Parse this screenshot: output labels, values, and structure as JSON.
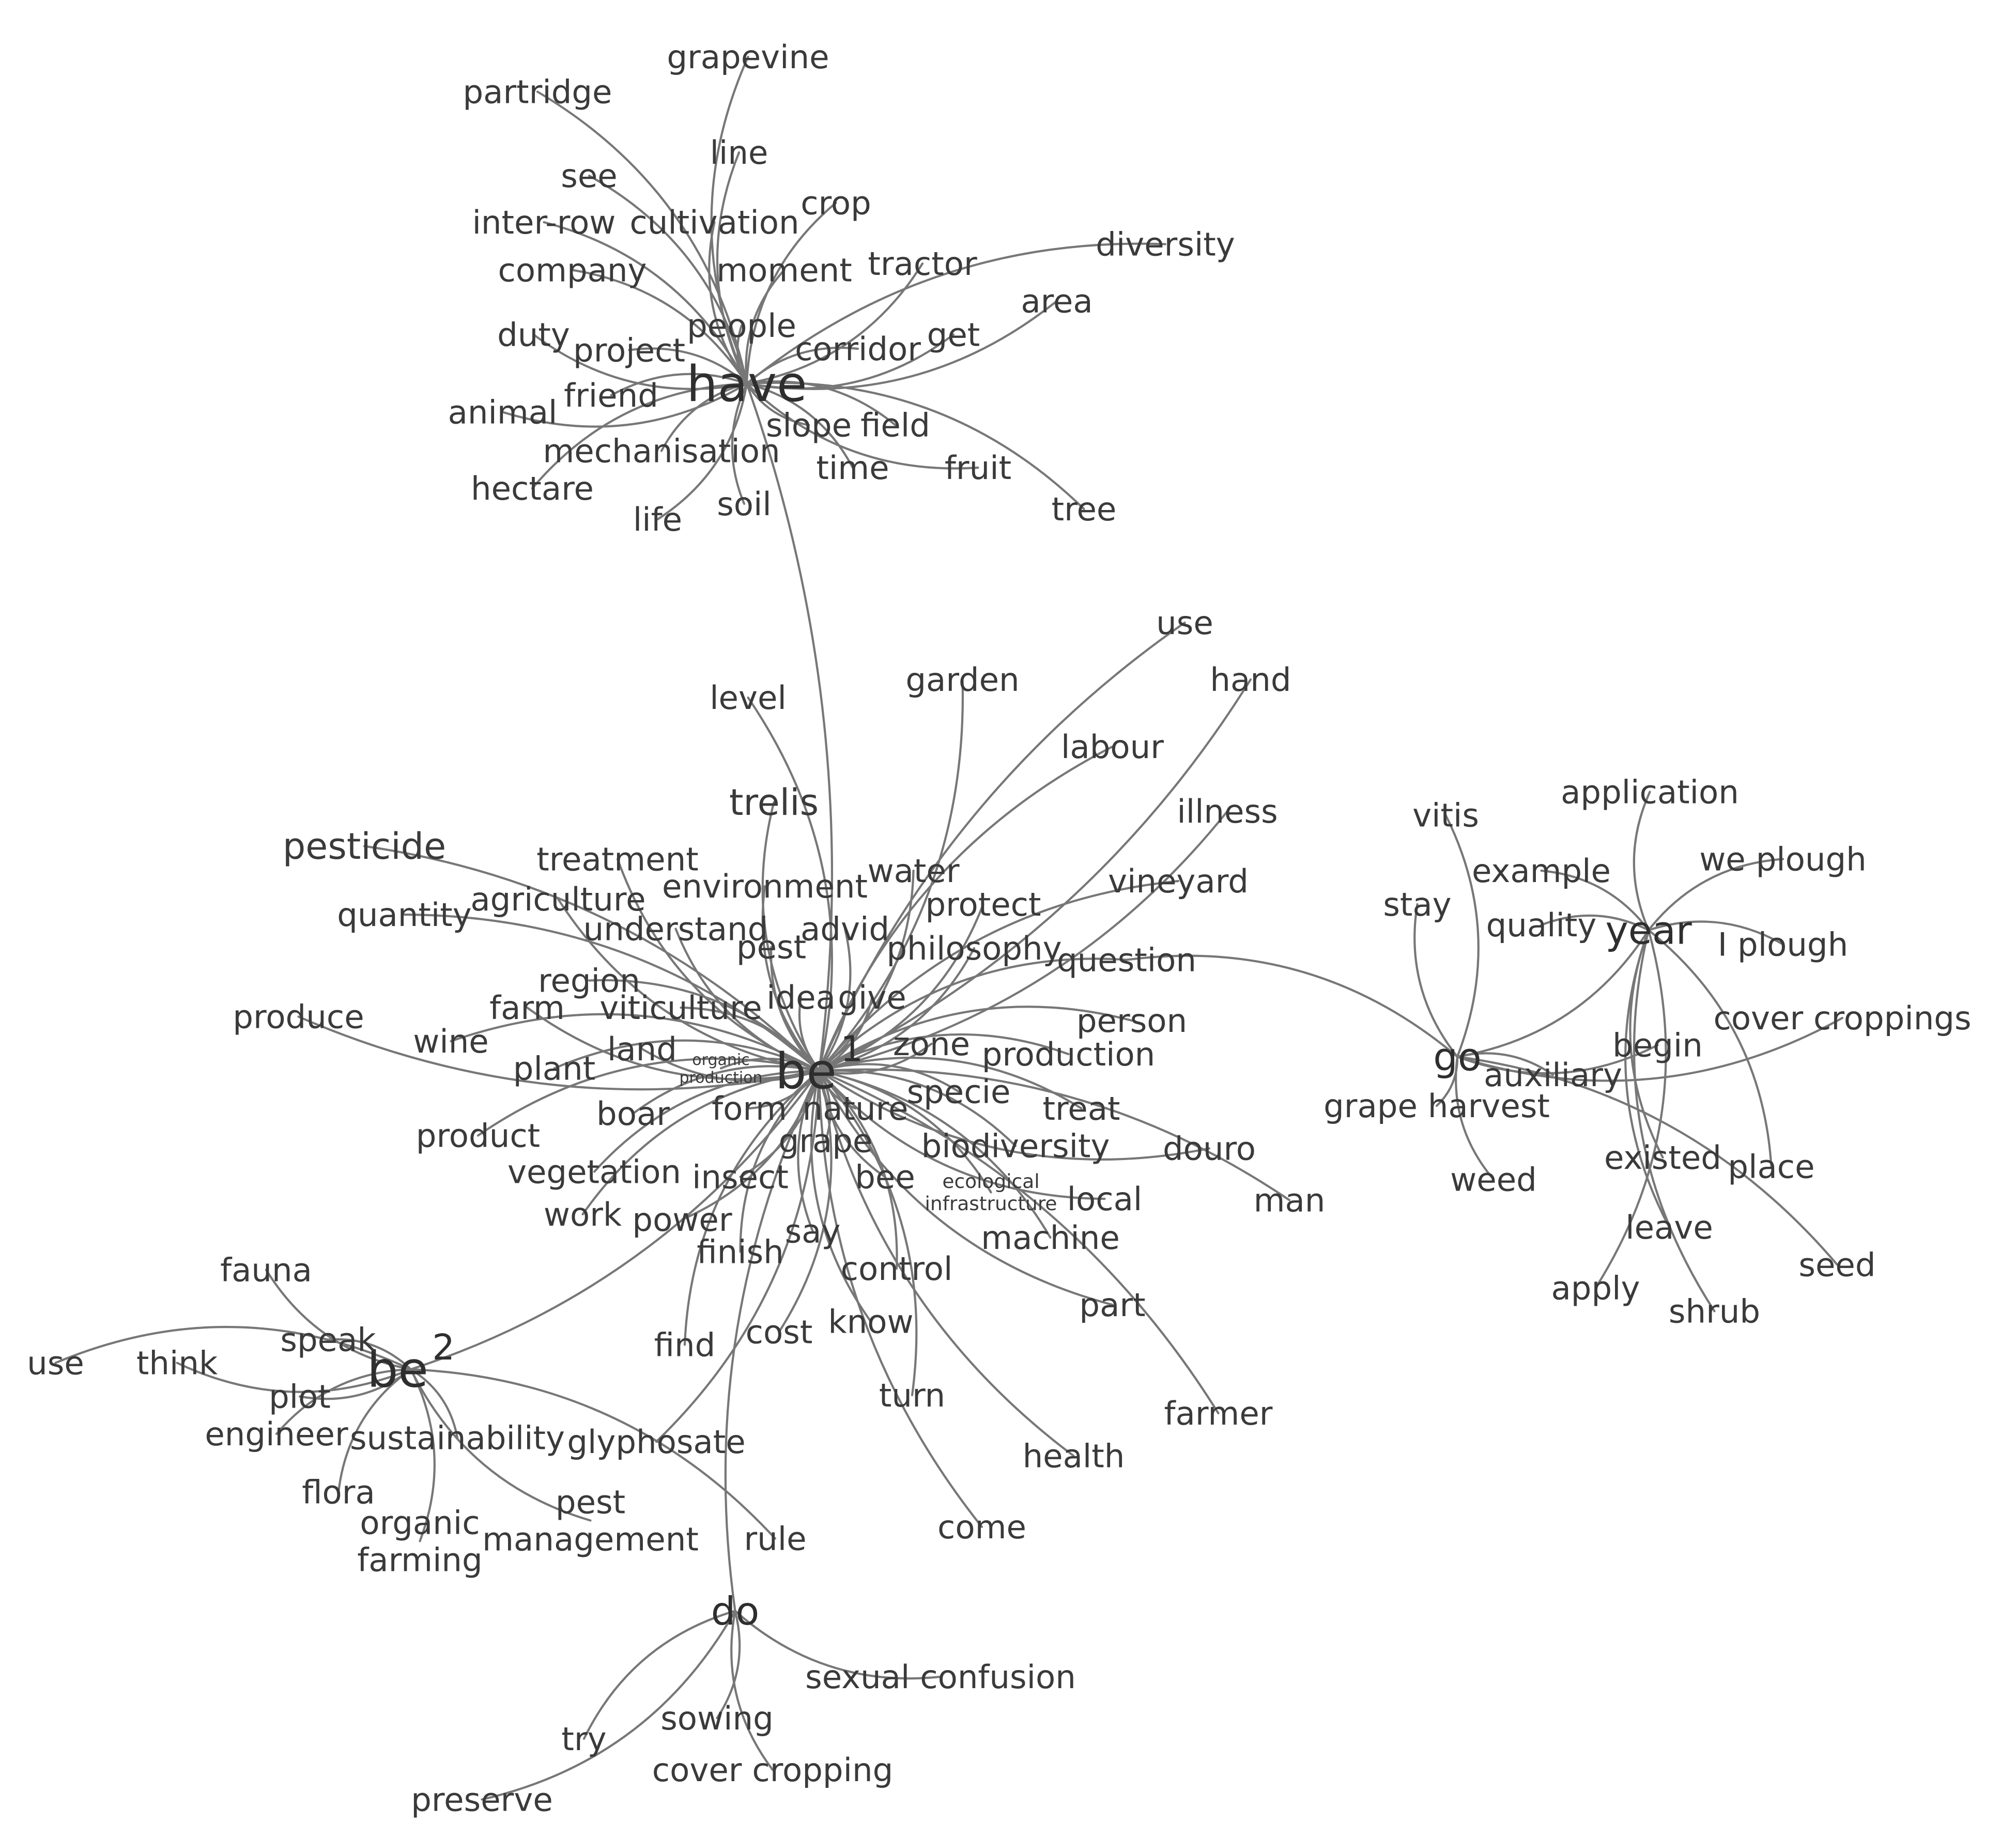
{
  "graph": {
    "nodes": [
      {
        "id": "have",
        "label": "have",
        "size": "hub"
      },
      {
        "id": "be1",
        "label": "be",
        "sup": "1",
        "size": "hub"
      },
      {
        "id": "be2",
        "label": "be",
        "sup": "2",
        "size": "hub"
      },
      {
        "id": "go",
        "label": "go",
        "size": "hub2"
      },
      {
        "id": "year",
        "label": "year",
        "size": "hub2"
      },
      {
        "id": "do",
        "label": "do",
        "size": "hub2"
      },
      {
        "id": "grapevine",
        "label": "grapevine"
      },
      {
        "id": "partridge",
        "label": "partridge"
      },
      {
        "id": "line",
        "label": "line"
      },
      {
        "id": "see",
        "label": "see"
      },
      {
        "id": "crop",
        "label": "crop"
      },
      {
        "id": "interrow",
        "label": "inter-row"
      },
      {
        "id": "cultivation",
        "label": "cultivation"
      },
      {
        "id": "diversity",
        "label": "diversity"
      },
      {
        "id": "company",
        "label": "company"
      },
      {
        "id": "moment",
        "label": "moment"
      },
      {
        "id": "tractor",
        "label": "tractor"
      },
      {
        "id": "area",
        "label": "area"
      },
      {
        "id": "people",
        "label": "people"
      },
      {
        "id": "get",
        "label": "get"
      },
      {
        "id": "duty",
        "label": "duty"
      },
      {
        "id": "project",
        "label": "project"
      },
      {
        "id": "corridor",
        "label": "corridor"
      },
      {
        "id": "friend",
        "label": "friend"
      },
      {
        "id": "animal",
        "label": "animal"
      },
      {
        "id": "slope",
        "label": "slope"
      },
      {
        "id": "field",
        "label": "field"
      },
      {
        "id": "mechanisation",
        "label": "mechanisation"
      },
      {
        "id": "time",
        "label": "time"
      },
      {
        "id": "fruit",
        "label": "fruit"
      },
      {
        "id": "hectare",
        "label": "hectare"
      },
      {
        "id": "tree",
        "label": "tree"
      },
      {
        "id": "soil",
        "label": "soil"
      },
      {
        "id": "life",
        "label": "life"
      },
      {
        "id": "use1",
        "label": "use"
      },
      {
        "id": "hand",
        "label": "hand"
      },
      {
        "id": "garden",
        "label": "garden"
      },
      {
        "id": "level",
        "label": "level"
      },
      {
        "id": "labour",
        "label": "labour"
      },
      {
        "id": "trelis",
        "label": "trelis",
        "size": "big"
      },
      {
        "id": "illness",
        "label": "illness"
      },
      {
        "id": "pesticide",
        "label": "pesticide",
        "size": "big"
      },
      {
        "id": "treatment",
        "label": "treatment"
      },
      {
        "id": "water",
        "label": "water"
      },
      {
        "id": "environment",
        "label": "environment"
      },
      {
        "id": "vineyard",
        "label": "vineyard"
      },
      {
        "id": "quantity",
        "label": "quantity"
      },
      {
        "id": "agriculture",
        "label": "agriculture"
      },
      {
        "id": "protect",
        "label": "protect"
      },
      {
        "id": "understand",
        "label": "understand"
      },
      {
        "id": "advid",
        "label": "advid"
      },
      {
        "id": "pest",
        "label": "pest"
      },
      {
        "id": "philosophy",
        "label": "philosophy"
      },
      {
        "id": "question",
        "label": "question"
      },
      {
        "id": "region",
        "label": "region"
      },
      {
        "id": "idea",
        "label": "idea"
      },
      {
        "id": "give",
        "label": "give"
      },
      {
        "id": "farm",
        "label": "farm"
      },
      {
        "id": "viticulture",
        "label": "viticulture"
      },
      {
        "id": "produce",
        "label": "produce"
      },
      {
        "id": "person",
        "label": "person"
      },
      {
        "id": "wine",
        "label": "wine"
      },
      {
        "id": "zone",
        "label": "zone"
      },
      {
        "id": "land",
        "label": "land"
      },
      {
        "id": "organicproduction",
        "label": "organic\nproduction",
        "size": "tiny"
      },
      {
        "id": "production",
        "label": "production"
      },
      {
        "id": "plant",
        "label": "plant"
      },
      {
        "id": "specie",
        "label": "specie"
      },
      {
        "id": "boar",
        "label": "boar"
      },
      {
        "id": "form",
        "label": "form"
      },
      {
        "id": "nature",
        "label": "nature"
      },
      {
        "id": "treat",
        "label": "treat"
      },
      {
        "id": "product",
        "label": "product"
      },
      {
        "id": "grape",
        "label": "grape"
      },
      {
        "id": "douro",
        "label": "douro"
      },
      {
        "id": "biodiversity",
        "label": "biodiversity"
      },
      {
        "id": "vegetation",
        "label": "vegetation"
      },
      {
        "id": "insect",
        "label": "insect"
      },
      {
        "id": "bee",
        "label": "bee"
      },
      {
        "id": "ecoinfra",
        "label": "ecological\ninfrastructure",
        "size": "small"
      },
      {
        "id": "local",
        "label": "local"
      },
      {
        "id": "man",
        "label": "man"
      },
      {
        "id": "work",
        "label": "work"
      },
      {
        "id": "power",
        "label": "power"
      },
      {
        "id": "say",
        "label": "say"
      },
      {
        "id": "machine",
        "label": "machine"
      },
      {
        "id": "finish",
        "label": "finish"
      },
      {
        "id": "control",
        "label": "control"
      },
      {
        "id": "fauna",
        "label": "fauna"
      },
      {
        "id": "part",
        "label": "part"
      },
      {
        "id": "speak",
        "label": "speak"
      },
      {
        "id": "know",
        "label": "know"
      },
      {
        "id": "cost",
        "label": "cost"
      },
      {
        "id": "find",
        "label": "find"
      },
      {
        "id": "use2",
        "label": "use"
      },
      {
        "id": "think",
        "label": "think"
      },
      {
        "id": "farmer",
        "label": "farmer"
      },
      {
        "id": "plot",
        "label": "plot"
      },
      {
        "id": "turn",
        "label": "turn"
      },
      {
        "id": "engineer",
        "label": "engineer"
      },
      {
        "id": "sustainability",
        "label": "sustainability"
      },
      {
        "id": "glyphosate",
        "label": "glyphosate"
      },
      {
        "id": "health",
        "label": "health"
      },
      {
        "id": "flora",
        "label": "flora"
      },
      {
        "id": "pestmgmt",
        "label": "pest\nmanagement"
      },
      {
        "id": "come",
        "label": "come"
      },
      {
        "id": "organicfarming",
        "label": "organic\nfarming"
      },
      {
        "id": "rule",
        "label": "rule"
      },
      {
        "id": "sexual",
        "label": "sexual confusion"
      },
      {
        "id": "sowing",
        "label": "sowing"
      },
      {
        "id": "try",
        "label": "try"
      },
      {
        "id": "covercropping",
        "label": "cover cropping"
      },
      {
        "id": "preserve",
        "label": "preserve"
      },
      {
        "id": "vitis",
        "label": "vitis"
      },
      {
        "id": "application",
        "label": "application"
      },
      {
        "id": "example",
        "label": "example"
      },
      {
        "id": "weplough",
        "label": "we plough"
      },
      {
        "id": "stay",
        "label": "stay"
      },
      {
        "id": "quality",
        "label": "quality"
      },
      {
        "id": "iplough",
        "label": "I plough"
      },
      {
        "id": "covercroppings",
        "label": "cover croppings"
      },
      {
        "id": "begin",
        "label": "begin"
      },
      {
        "id": "auxiliary",
        "label": "auxiliary"
      },
      {
        "id": "grapeharvest",
        "label": "grape harvest"
      },
      {
        "id": "existed",
        "label": "existed"
      },
      {
        "id": "place",
        "label": "place"
      },
      {
        "id": "weed",
        "label": "weed"
      },
      {
        "id": "leave",
        "label": "leave"
      },
      {
        "id": "seed",
        "label": "seed"
      },
      {
        "id": "apply",
        "label": "apply"
      },
      {
        "id": "shrub",
        "label": "shrub"
      }
    ],
    "edges": [
      [
        "have",
        "grapevine"
      ],
      [
        "have",
        "partridge"
      ],
      [
        "have",
        "line"
      ],
      [
        "have",
        "see"
      ],
      [
        "have",
        "crop"
      ],
      [
        "have",
        "interrow"
      ],
      [
        "have",
        "cultivation"
      ],
      [
        "have",
        "company"
      ],
      [
        "have",
        "moment"
      ],
      [
        "have",
        "tractor"
      ],
      [
        "have",
        "diversity"
      ],
      [
        "have",
        "area"
      ],
      [
        "have",
        "people"
      ],
      [
        "have",
        "get"
      ],
      [
        "have",
        "duty"
      ],
      [
        "have",
        "project"
      ],
      [
        "have",
        "corridor"
      ],
      [
        "have",
        "friend"
      ],
      [
        "have",
        "animal"
      ],
      [
        "have",
        "slope"
      ],
      [
        "have",
        "field"
      ],
      [
        "have",
        "mechanisation"
      ],
      [
        "have",
        "time"
      ],
      [
        "have",
        "fruit"
      ],
      [
        "have",
        "tree"
      ],
      [
        "have",
        "hectare"
      ],
      [
        "have",
        "life"
      ],
      [
        "have",
        "soil"
      ],
      [
        "have",
        "be1"
      ],
      [
        "be1",
        "garden"
      ],
      [
        "be1",
        "use1"
      ],
      [
        "be1",
        "hand"
      ],
      [
        "be1",
        "labour"
      ],
      [
        "be1",
        "level"
      ],
      [
        "be1",
        "trelis"
      ],
      [
        "be1",
        "illness"
      ],
      [
        "be1",
        "vineyard"
      ],
      [
        "be1",
        "pesticide"
      ],
      [
        "be1",
        "treatment"
      ],
      [
        "be1",
        "water"
      ],
      [
        "be1",
        "environment"
      ],
      [
        "be1",
        "quantity"
      ],
      [
        "be1",
        "agriculture"
      ],
      [
        "be1",
        "protect"
      ],
      [
        "be1",
        "understand"
      ],
      [
        "be1",
        "advid"
      ],
      [
        "be1",
        "pest"
      ],
      [
        "be1",
        "philosophy"
      ],
      [
        "be1",
        "question"
      ],
      [
        "be1",
        "region"
      ],
      [
        "be1",
        "idea"
      ],
      [
        "be1",
        "give"
      ],
      [
        "be1",
        "farm"
      ],
      [
        "be1",
        "viticulture"
      ],
      [
        "be1",
        "produce"
      ],
      [
        "be1",
        "wine"
      ],
      [
        "be1",
        "person"
      ],
      [
        "be1",
        "zone"
      ],
      [
        "be1",
        "land"
      ],
      [
        "be1",
        "organicproduction"
      ],
      [
        "be1",
        "production"
      ],
      [
        "be1",
        "plant"
      ],
      [
        "be1",
        "specie"
      ],
      [
        "be1",
        "boar"
      ],
      [
        "be1",
        "form"
      ],
      [
        "be1",
        "nature"
      ],
      [
        "be1",
        "treat"
      ],
      [
        "be1",
        "product"
      ],
      [
        "be1",
        "grape"
      ],
      [
        "be1",
        "douro"
      ],
      [
        "be1",
        "biodiversity"
      ],
      [
        "be1",
        "vegetation"
      ],
      [
        "be1",
        "insect"
      ],
      [
        "be1",
        "bee"
      ],
      [
        "be1",
        "ecoinfra"
      ],
      [
        "be1",
        "local"
      ],
      [
        "be1",
        "man"
      ],
      [
        "be1",
        "work"
      ],
      [
        "be1",
        "power"
      ],
      [
        "be1",
        "say"
      ],
      [
        "be1",
        "machine"
      ],
      [
        "be1",
        "finish"
      ],
      [
        "be1",
        "control"
      ],
      [
        "be1",
        "part"
      ],
      [
        "be1",
        "farmer"
      ],
      [
        "be1",
        "know"
      ],
      [
        "be1",
        "turn"
      ],
      [
        "be1",
        "come"
      ],
      [
        "be1",
        "cost"
      ],
      [
        "be1",
        "find"
      ],
      [
        "be1",
        "glyphosate"
      ],
      [
        "be1",
        "health"
      ],
      [
        "be1",
        "be2"
      ],
      [
        "be1",
        "do"
      ],
      [
        "be2",
        "fauna"
      ],
      [
        "be2",
        "speak"
      ],
      [
        "be2",
        "think"
      ],
      [
        "be2",
        "use2"
      ],
      [
        "be2",
        "plot"
      ],
      [
        "be2",
        "engineer"
      ],
      [
        "be2",
        "sustainability"
      ],
      [
        "be2",
        "flora"
      ],
      [
        "be2",
        "organicfarming"
      ],
      [
        "be2",
        "pestmgmt"
      ],
      [
        "be2",
        "rule"
      ],
      [
        "do",
        "sexual"
      ],
      [
        "do",
        "sowing"
      ],
      [
        "do",
        "try"
      ],
      [
        "do",
        "preserve"
      ],
      [
        "do",
        "covercropping"
      ],
      [
        "question",
        "go"
      ],
      [
        "go",
        "vitis"
      ],
      [
        "go",
        "stay"
      ],
      [
        "go",
        "year"
      ],
      [
        "go",
        "auxiliary"
      ],
      [
        "go",
        "begin"
      ],
      [
        "go",
        "grapeharvest"
      ],
      [
        "go",
        "weed"
      ],
      [
        "go",
        "seed"
      ],
      [
        "go",
        "covercroppings"
      ],
      [
        "year",
        "application"
      ],
      [
        "year",
        "example"
      ],
      [
        "year",
        "weplough"
      ],
      [
        "year",
        "quality"
      ],
      [
        "year",
        "iplough"
      ],
      [
        "year",
        "existed"
      ],
      [
        "year",
        "place"
      ],
      [
        "year",
        "leave"
      ],
      [
        "year",
        "apply"
      ],
      [
        "year",
        "shrub"
      ]
    ]
  }
}
